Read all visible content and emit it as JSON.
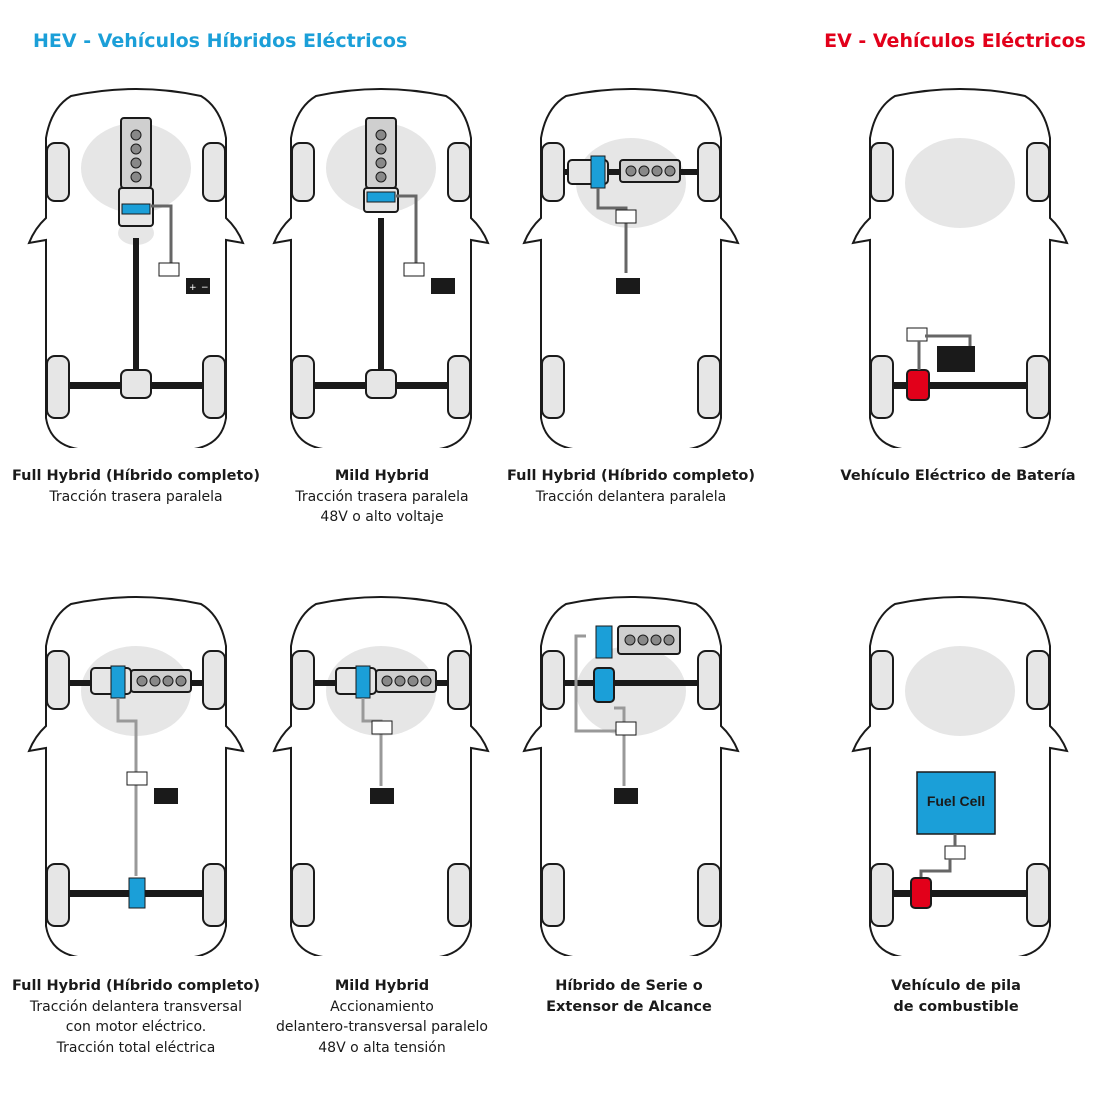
{
  "headings": {
    "hev": "HEV - Vehículos Híbridos Eléctricos",
    "ev": "EV - Vehículos Eléctricos"
  },
  "colors": {
    "hev_accent": "#1b9fd8",
    "ev_accent": "#e2001a",
    "motor": "#1b9fd8",
    "ev_motor": "#e2001a",
    "fuel_cell": "#1b9fd8"
  },
  "vehicles": [
    {
      "title": "Full Hybrid (Híbrido completo)",
      "lines": [
        "Tracción trasera paralela"
      ]
    },
    {
      "title": "Mild Hybrid",
      "lines": [
        "Tracción trasera paralela",
        "48V o alto voltaje"
      ]
    },
    {
      "title": "Full Hybrid (Híbrido completo)",
      "lines": [
        "Tracción delantera paralela"
      ]
    },
    {
      "title": "Vehículo Eléctrico de Batería",
      "lines": []
    },
    {
      "title": "Full Hybrid (Híbrido completo)",
      "lines": [
        "Tracción delantera transversal",
        "con motor eléctrico.",
        "Tracción total eléctrica"
      ]
    },
    {
      "title": "Mild Hybrid",
      "lines": [
        "Accionamiento",
        "delantero-transversal paralelo",
        "48V o alta tensión"
      ]
    },
    {
      "title": "Híbrido de Serie o Extensor de Alcance",
      "lines": []
    },
    {
      "title": "Vehículo de pila de combustible",
      "lines": []
    }
  ],
  "fuel_cell_label": "Fuel Cell",
  "battery_symbols": {
    "plus": "+",
    "minus": "−"
  },
  "icons": [
    "car-outline-icon",
    "engine-icon",
    "electric-motor-icon",
    "inverter-icon",
    "battery-icon",
    "fuel-cell-icon"
  ]
}
